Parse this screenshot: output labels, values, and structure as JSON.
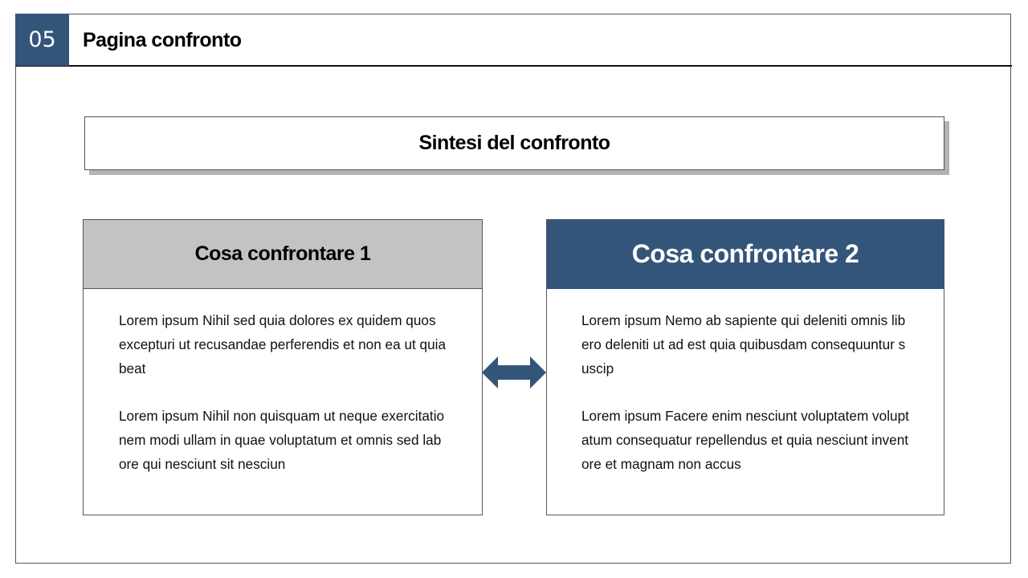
{
  "slide": {
    "number": "05",
    "title": "Pagina confronto"
  },
  "summary": {
    "title": "Sintesi del confronto"
  },
  "colors": {
    "accent": "#34557a",
    "left_header": "#c3c3c3",
    "border": "#555555",
    "shadow": "#b3b3b3"
  },
  "comparison": {
    "left": {
      "title": "Cosa confrontare 1",
      "paragraphs": [
        "Lorem ipsum Nihil sed quia dolores ex quidem quos excepturi ut recusandae perferendis et non ea ut quia beat",
        "Lorem ipsum Nihil non quisquam ut neque exercitationem modi ullam in quae voluptatum et omnis sed labore qui nesciunt sit nesciun"
      ]
    },
    "right": {
      "title": "Cosa confrontare 2",
      "paragraphs": [
        "Lorem ipsum Nemo ab sapiente qui deleniti omnis libero deleniti ut ad est quia quibusdam consequuntur suscip",
        "Lorem ipsum Facere enim nesciunt voluptatem voluptatum consequatur repellendus et quia nesciunt inventore et magnam non accus"
      ]
    },
    "connector_icon": "double-arrow-horizontal"
  }
}
